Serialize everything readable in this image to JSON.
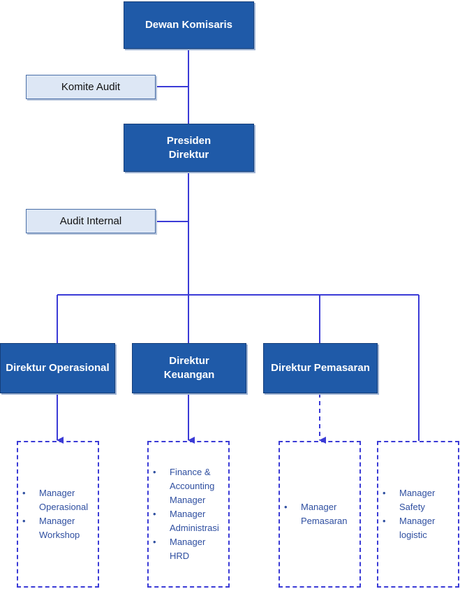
{
  "nodes": {
    "dewan_komisaris": "Dewan Komisaris",
    "komite_audit": "Komite Audit",
    "presiden_direktur": [
      "Presiden",
      "Direktur"
    ],
    "audit_internal": "Audit Internal",
    "direktur_operasional": "Direktur Operasional",
    "direktur_keuangan": [
      "Direktur",
      "Keuangan"
    ],
    "direktur_pemasaran": "Direktur Pemasaran"
  },
  "groups": {
    "operasional": {
      "items": [
        [
          "Manager",
          "Operasional"
        ],
        [
          "Manager",
          "Workshop"
        ]
      ]
    },
    "keuangan": {
      "items": [
        [
          "Finance &",
          "Accounting",
          "Manager"
        ],
        [
          "Manager",
          "Administrasi"
        ],
        [
          "Manager HRD"
        ]
      ]
    },
    "pemasaran": {
      "items": [
        [
          "Manager",
          "Pemasaran"
        ]
      ]
    },
    "safety": {
      "items": [
        [
          "Manager",
          "Safety"
        ],
        [
          "Manager",
          "logistic"
        ]
      ]
    }
  },
  "colors": {
    "dark_box": "#1f5aa8",
    "light_box": "#dde7f5",
    "connector": "#3b3bd6",
    "bullet_text": "#2f4fa0"
  },
  "bullet_glyph": "•"
}
